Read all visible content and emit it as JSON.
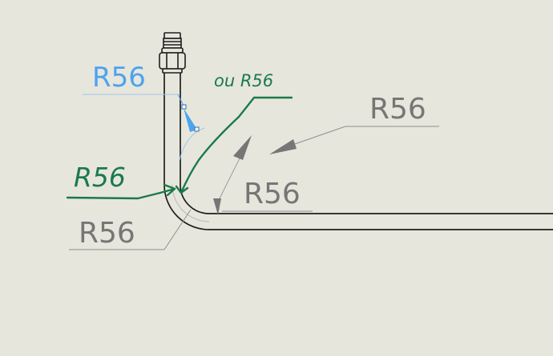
{
  "colors": {
    "background": "#e7e6dc",
    "pipe": "#1e1e1e",
    "gray_dim": "#767676",
    "blue_dim": "#4da3ee",
    "green_note": "#1a7a4a"
  },
  "annotations": {
    "blue_dim": "R56",
    "green_left": "R56",
    "green_top": "ou  R56",
    "gray_top_right": "R56",
    "gray_mid": "R56",
    "gray_bottom_left": "R56"
  }
}
